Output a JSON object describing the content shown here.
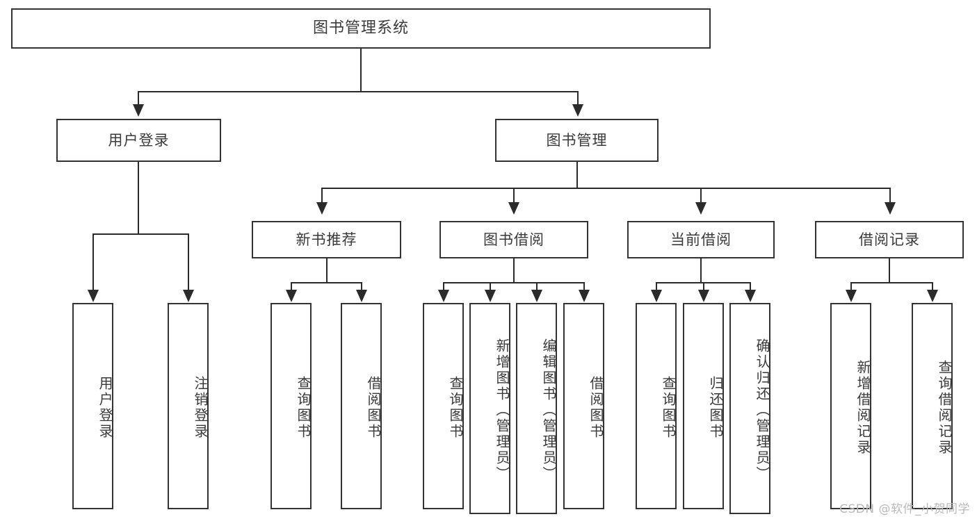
{
  "diagram": {
    "title": "图书管理系统",
    "watermark": "CSDN @软件_小贺同学",
    "accent_color": "#333333",
    "line_color": "#2b2b2b",
    "background_color": "#ffffff",
    "text_color": "#3a3a3a"
  },
  "root": {
    "label": "图书管理系统"
  },
  "level2": [
    {
      "label": "用户登录"
    },
    {
      "label": "图书管理"
    }
  ],
  "level3": [
    {
      "label": "新书推荐"
    },
    {
      "label": "图书借阅"
    },
    {
      "label": "当前借阅"
    },
    {
      "label": "借阅记录"
    }
  ],
  "leaves": {
    "user_login": [
      {
        "label": "用户登录"
      },
      {
        "label": "注销登录"
      }
    ],
    "new_book_recommend": [
      {
        "label": "查询图书"
      },
      {
        "label": "借阅图书"
      }
    ],
    "book_borrow": [
      {
        "label": "查询图书"
      },
      {
        "label": "新增图书（管理员）"
      },
      {
        "label": "编辑图书（管理员）"
      },
      {
        "label": "借阅图书"
      }
    ],
    "current_borrow": [
      {
        "label": "查询图书"
      },
      {
        "label": "归还图书"
      },
      {
        "label": "确认归还（管理员）"
      }
    ],
    "borrow_record": [
      {
        "label": "新增借阅记录"
      },
      {
        "label": "查询借阅记录"
      }
    ]
  }
}
